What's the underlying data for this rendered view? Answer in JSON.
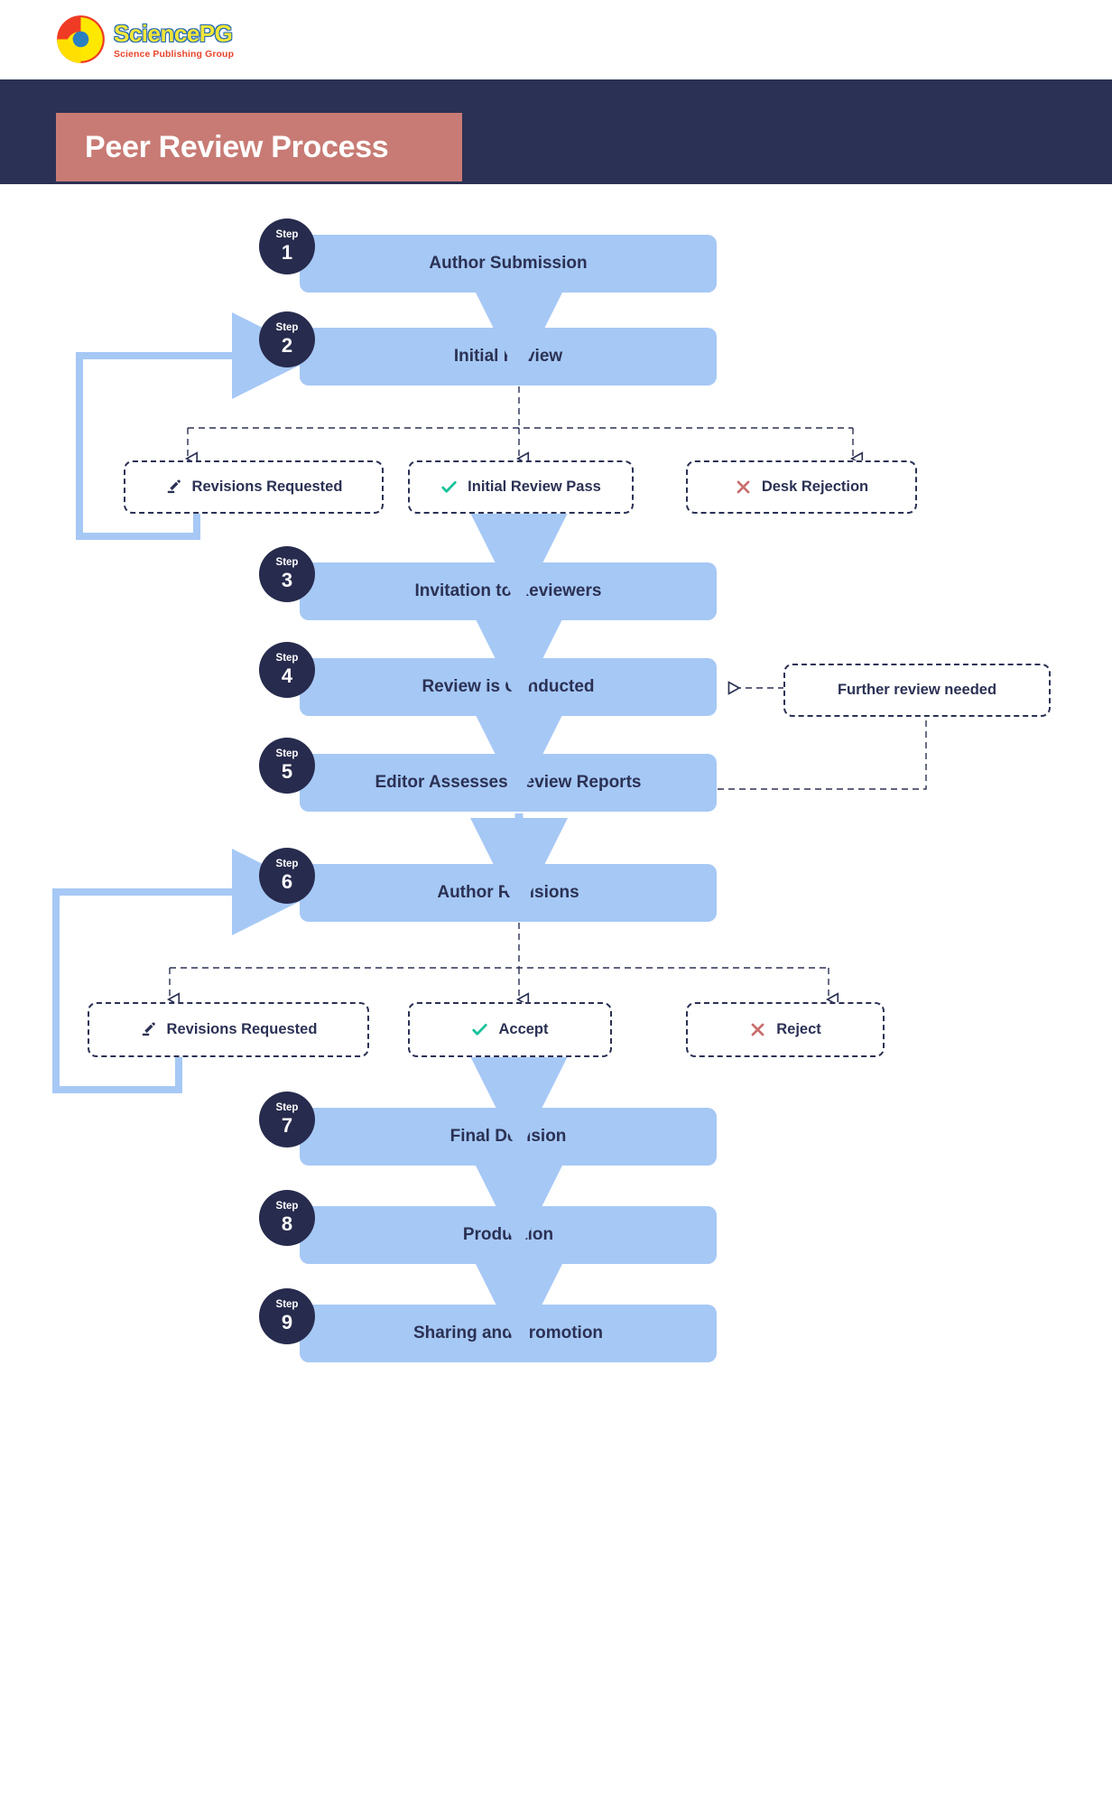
{
  "brand": {
    "logo_main": "SciencePG",
    "logo_sub": "Science Publishing Group",
    "logo_icon": "sciencepg-circular-logo"
  },
  "header": {
    "title": "Peer Review Process",
    "band_color": "#2b3154",
    "title_block_color": "#c87b75"
  },
  "colors": {
    "process_box": "#a6c8f5",
    "step_circle": "#272b4d",
    "text_navy": "#2b3154",
    "check_teal": "#19c39c",
    "reject_rose": "#c86c6c",
    "arrow_blue": "#a6c8f5",
    "dashed_navy": "#2b3154"
  },
  "step_label": "Step",
  "chart_data": {
    "type": "flowchart",
    "title": "Peer Review Process",
    "nodes": [
      {
        "id": "s1",
        "kind": "process",
        "step": "1",
        "label": "Author Submission"
      },
      {
        "id": "s2",
        "kind": "process",
        "step": "2",
        "label": "Initial Review"
      },
      {
        "id": "d1a",
        "kind": "decision",
        "icon": "pencil-icon",
        "label": "Revisions Requested"
      },
      {
        "id": "d1b",
        "kind": "decision",
        "icon": "check-icon",
        "label": "Initial Review Pass"
      },
      {
        "id": "d1c",
        "kind": "decision",
        "icon": "cross-icon",
        "label": "Desk Rejection"
      },
      {
        "id": "s3",
        "kind": "process",
        "step": "3",
        "label": "Invitation to Reviewers"
      },
      {
        "id": "s4",
        "kind": "process",
        "step": "4",
        "label": "Review is Conducted"
      },
      {
        "id": "note1",
        "kind": "note",
        "label": "Further review needed"
      },
      {
        "id": "s5",
        "kind": "process",
        "step": "5",
        "label": "Editor Assesses Review Reports"
      },
      {
        "id": "s6",
        "kind": "process",
        "step": "6",
        "label": "Author Revisions"
      },
      {
        "id": "d2a",
        "kind": "decision",
        "icon": "pencil-icon",
        "label": "Revisions Requested"
      },
      {
        "id": "d2b",
        "kind": "decision",
        "icon": "check-icon",
        "label": "Accept"
      },
      {
        "id": "d2c",
        "kind": "decision",
        "icon": "cross-icon",
        "label": "Reject"
      },
      {
        "id": "s7",
        "kind": "process",
        "step": "7",
        "label": "Final Decision"
      },
      {
        "id": "s8",
        "kind": "process",
        "step": "8",
        "label": "Production"
      },
      {
        "id": "s9",
        "kind": "process",
        "step": "9",
        "label": "Sharing and Promotion"
      }
    ],
    "edges": [
      {
        "from": "s1",
        "to": "s2",
        "style": "solid"
      },
      {
        "from": "s2",
        "to": "d1a",
        "style": "dashed"
      },
      {
        "from": "s2",
        "to": "d1b",
        "style": "dashed"
      },
      {
        "from": "s2",
        "to": "d1c",
        "style": "dashed"
      },
      {
        "from": "d1a",
        "to": "s2",
        "style": "solid-loop"
      },
      {
        "from": "d1b",
        "to": "s3",
        "style": "solid"
      },
      {
        "from": "s3",
        "to": "s4",
        "style": "solid"
      },
      {
        "from": "note1",
        "to": "s4",
        "style": "dashed"
      },
      {
        "from": "s5",
        "to": "note1",
        "style": "dashed"
      },
      {
        "from": "s4",
        "to": "s5",
        "style": "solid"
      },
      {
        "from": "s5",
        "to": "s6",
        "style": "solid"
      },
      {
        "from": "s6",
        "to": "d2a",
        "style": "dashed"
      },
      {
        "from": "s6",
        "to": "d2b",
        "style": "dashed"
      },
      {
        "from": "s6",
        "to": "d2c",
        "style": "dashed"
      },
      {
        "from": "d2a",
        "to": "s6",
        "style": "solid-loop"
      },
      {
        "from": "d2b",
        "to": "s7",
        "style": "solid"
      },
      {
        "from": "s7",
        "to": "s8",
        "style": "solid"
      },
      {
        "from": "s8",
        "to": "s9",
        "style": "solid"
      }
    ]
  }
}
